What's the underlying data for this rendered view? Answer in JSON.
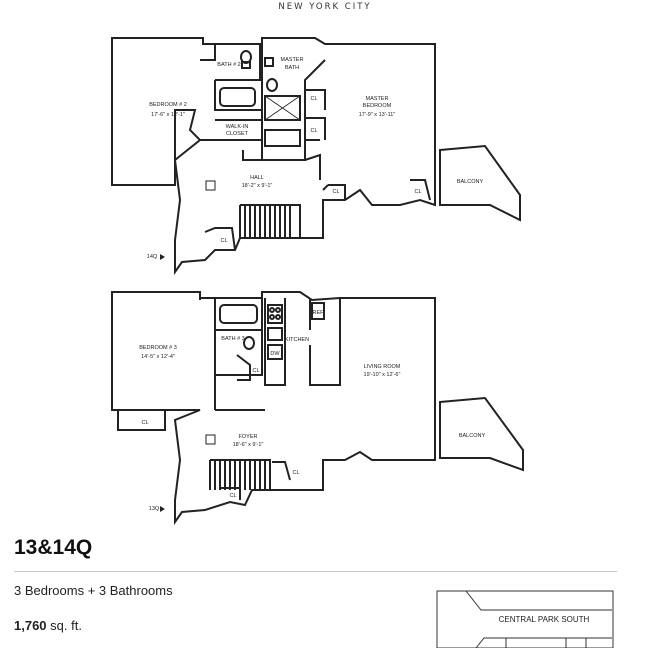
{
  "header": {
    "city": "NEW YORK CITY"
  },
  "upper_floor": {
    "marker": "14Q",
    "rooms": {
      "bedroom2": {
        "name": "BEDROOM # 2",
        "dims": "17'-6\" x 12'-1\""
      },
      "bath2": {
        "name": "BATH # 2"
      },
      "master_bath": {
        "name1": "MASTER",
        "name2": "BATH"
      },
      "master_bedroom": {
        "name1": "MASTER",
        "name2": "BEDROOM",
        "dims": "17'-9\" x 13'-11\""
      },
      "walkin": {
        "name1": "WALK-IN",
        "name2": "CLOSET"
      },
      "hall": {
        "name": "HALL",
        "dims": "18'-2\" x 9'-1\""
      },
      "balcony": {
        "name": "BALCONY"
      },
      "closet": "CL"
    }
  },
  "lower_floor": {
    "marker": "13Q",
    "rooms": {
      "bedroom3": {
        "name": "BEDROOM # 3",
        "dims": "14'-5\" x 12'-4\""
      },
      "bath3": {
        "name": "BATH # 3"
      },
      "kitchen": {
        "name": "KITCHEN"
      },
      "ref": "REF",
      "dw": "DW",
      "living": {
        "name": "LIVING ROOM",
        "dims": "19'-10\" x 12'-6\""
      },
      "foyer": {
        "name": "FOYER",
        "dims": "18'-6\" x 9'-1\""
      },
      "balcony": {
        "name": "BALCONY"
      },
      "closet": "CL"
    }
  },
  "unit": {
    "title": "13&14Q",
    "bedrooms_baths": "3 Bedrooms + 3 Bathrooms",
    "area_value": "1,760",
    "area_unit": " sq. ft."
  },
  "key_map": {
    "street": "CENTRAL PARK SOUTH"
  }
}
